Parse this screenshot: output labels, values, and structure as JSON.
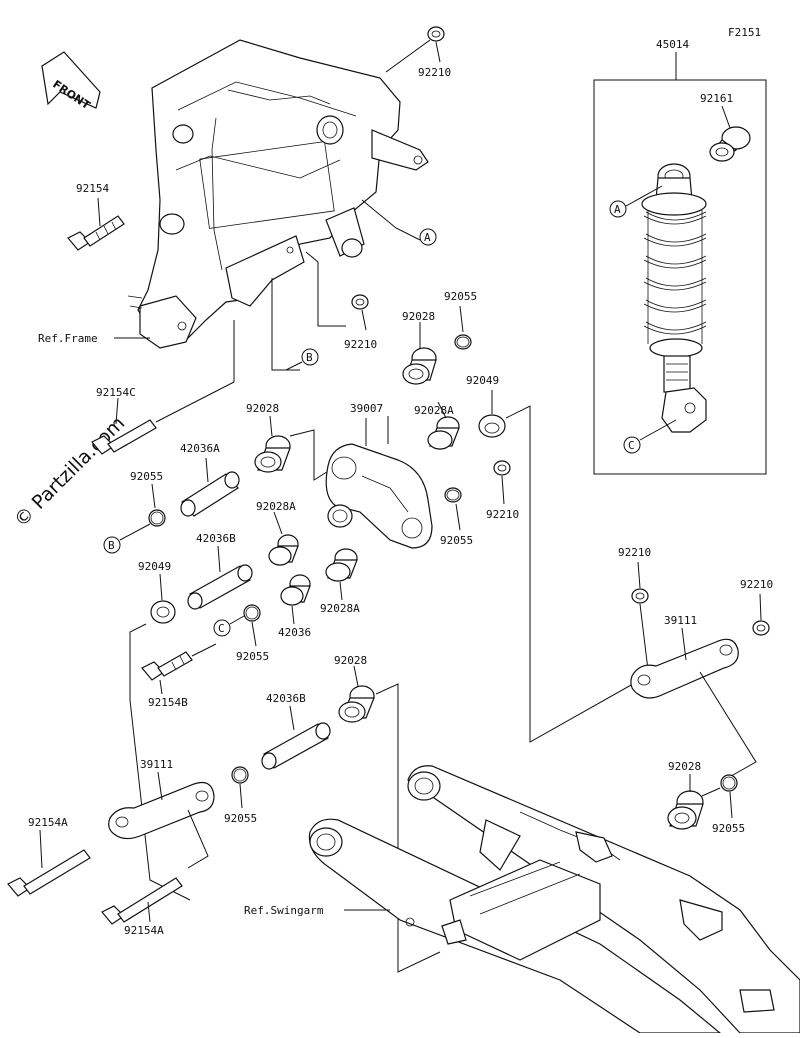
{
  "figure_code": "F2151",
  "watermark": "© Partzilla.com",
  "front_label": "FRONT",
  "references": {
    "frame": "Ref.Frame",
    "swingarm": "Ref.Swingarm"
  },
  "callout_letters": {
    "a": "A",
    "b": "B",
    "c": "C"
  },
  "part_labels": {
    "p45014": "45014",
    "p92161": "92161",
    "p92210_top": "92210",
    "p92154": "92154",
    "p92210_frame": "92210",
    "p92055_top": "92055",
    "p92028_top": "92028",
    "p92049_right": "92049",
    "p92154c": "92154C",
    "p92028_left": "92028",
    "p39007": "39007",
    "p92028a_right": "92028A",
    "p42036a": "42036A",
    "p92055_left": "92055",
    "p92028a_mid": "92028A",
    "p92210_link": "92210",
    "p42036b_mid": "42036B",
    "p92055_right": "92055",
    "p92049_left": "92049",
    "p92028a_low": "92028A",
    "p42036": "42036",
    "p92055_mid": "92055",
    "p92154b": "92154B",
    "p92210_rod_left": "92210",
    "p92210_rod_right": "92210",
    "p39111_right": "39111",
    "p92028_low": "92028",
    "p42036b_low": "42036B",
    "p39111_left": "39111",
    "p92055_low": "92055",
    "p92154a_top": "92154A",
    "p92154a_bottom": "92154A",
    "p92028_swing": "92028",
    "p92055_swing": "92055"
  }
}
